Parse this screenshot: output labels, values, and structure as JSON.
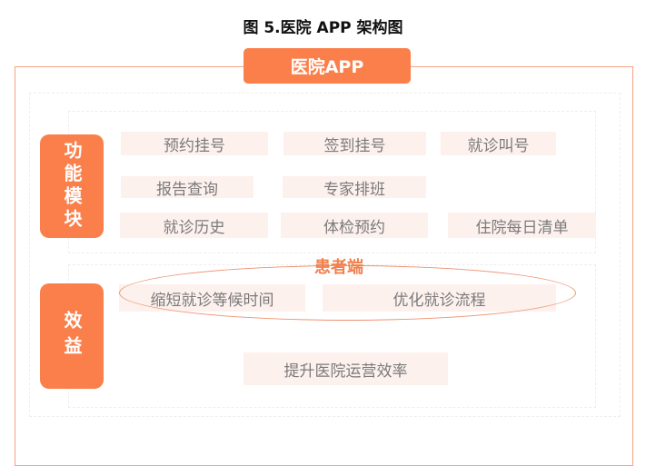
{
  "title": "图 5.医院 APP 架构图",
  "header": "医院APP",
  "modules": {
    "label": "功能模块",
    "items": [
      "预约挂号",
      "签到挂号",
      "就诊叫号",
      "报告查询",
      "专家排班",
      "就诊历史",
      "体检预约",
      "住院每日清单"
    ]
  },
  "patient_label": "患者端",
  "benefits": {
    "label": "效益",
    "items": [
      "缩短就诊等候时间",
      "优化就诊流程",
      "提升医院运营效率"
    ]
  },
  "colors": {
    "accent": "#fb7f4b",
    "item_bg": "#fdf1ee",
    "outline": "#f4a283"
  }
}
